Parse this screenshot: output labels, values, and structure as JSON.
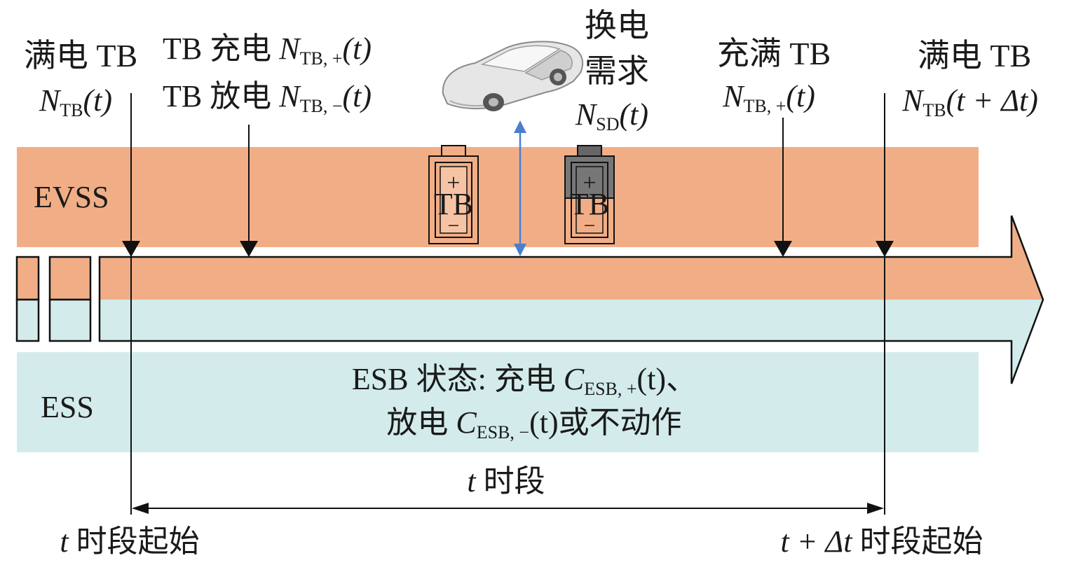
{
  "colors": {
    "evss_band": "#f1ae86",
    "ess_band": "#d3ebeb",
    "arrow_top": "#f1ae86",
    "arrow_bottom": "#d3ebeb",
    "demand_arrow": "#4a7fce",
    "line": "#111111",
    "battery_full": "#f1ae86",
    "battery_empty": "#888888"
  },
  "bands": {
    "evss_label": "EVSS",
    "ess_label": "ESS"
  },
  "events": {
    "start_full": {
      "title": "满电 TB",
      "sym": "N",
      "sub": "TB",
      "arg": "(t)"
    },
    "tb_charge": {
      "title": "TB 充电",
      "sym": "N",
      "sub": "TB, +",
      "arg": "(t)"
    },
    "tb_discharge": {
      "title": "TB 放电",
      "sym": "N",
      "sub": "TB, −",
      "arg": "(t)"
    },
    "swap_demand": {
      "title_line1": "换电",
      "title_line2": "需求",
      "sym": "N",
      "sub": "SD",
      "arg": "(t)"
    },
    "charged_full": {
      "title": "充满 TB",
      "sym": "N",
      "sub": "TB, +",
      "arg": "(t)"
    },
    "end_full": {
      "title": "满电 TB",
      "sym": "N",
      "sub": "TB",
      "arg": "(t + Δt)"
    }
  },
  "batteries": {
    "full_label": "TB",
    "empty_label": "TB",
    "plus": "+",
    "minus": "−"
  },
  "esb": {
    "line1_prefix": "ESB 状态: 充电 ",
    "line1_sym": "C",
    "line1_sub": "ESB, +",
    "line1_arg": "(t)、",
    "line2_prefix": "放电 ",
    "line2_sym": "C",
    "line2_sub": "ESB, −",
    "line2_arg": "(t)",
    "line2_suffix": "或不动作"
  },
  "period": {
    "label_var": "t",
    "label_text": " 时段",
    "start_var": "t",
    "start_text": " 时段起始",
    "end_var": "t + Δt",
    "end_text": " 时段起始"
  }
}
